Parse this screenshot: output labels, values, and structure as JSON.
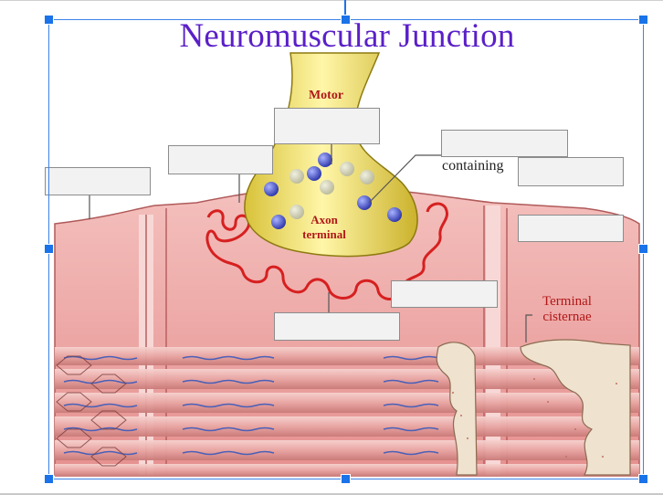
{
  "figure": {
    "title": "Neuromuscular Junction",
    "labels": {
      "motor": "Motor",
      "axon_terminal_line1": "Axon",
      "axon_terminal_line2": "terminal",
      "containing": "containing",
      "terminal_cisternae_line1": "Terminal",
      "terminal_cisternae_line2": "cisternae"
    },
    "colors": {
      "title": "#5a1fc8",
      "label_red": "#b01818",
      "selection": "#1a73e8",
      "axon": "#f2e36a",
      "muscle": "#e9a1a0",
      "membrane_fold": "#d62020",
      "vesicle": "#3f49c8"
    }
  },
  "answer_boxes": {
    "box_1": "",
    "box_2": "",
    "box_3": "",
    "box_4": "",
    "box_5": "",
    "box_6": "",
    "box_7": "",
    "box_8": ""
  },
  "selection": {
    "state": "selected"
  }
}
